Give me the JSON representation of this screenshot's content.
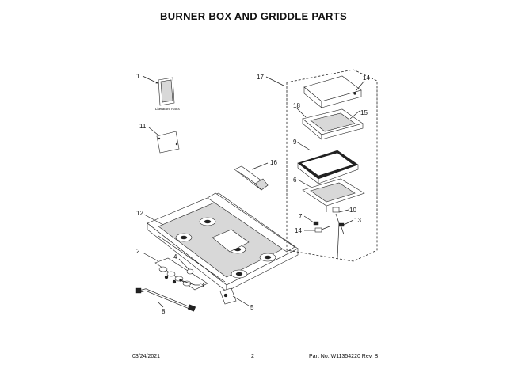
{
  "page": {
    "title": "BURNER BOX AND GRIDDLE PARTS",
    "footer_date": "03/24/2021",
    "footer_page": "2",
    "footer_part": "Part No. W11354220  Rev. B"
  },
  "diagram": {
    "literature_label": "Literature Parts",
    "callouts": [
      "1",
      "11",
      "12",
      "2",
      "4",
      "3",
      "8",
      "5",
      "16",
      "17",
      "14",
      "18",
      "15",
      "9",
      "6",
      "7",
      "10",
      "14",
      "13"
    ]
  }
}
